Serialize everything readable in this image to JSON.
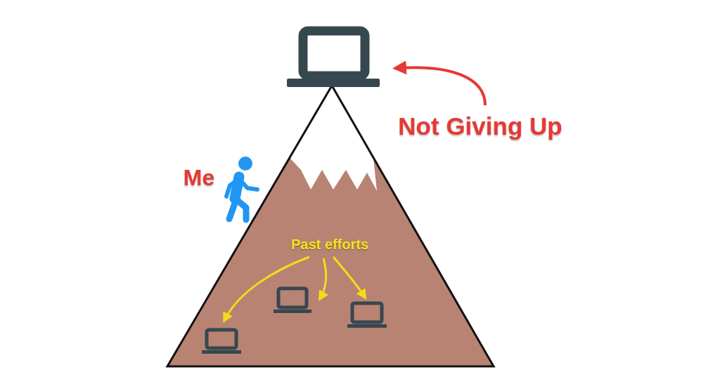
{
  "diagram": {
    "labels": [
      "Not Giving Up",
      "Me",
      "Past efforts"
    ]
  }
}
